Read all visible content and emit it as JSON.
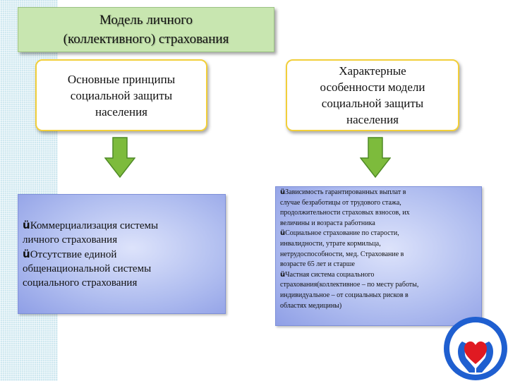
{
  "title": {
    "line1": "Модель личного",
    "line2": "(коллективного) страхования"
  },
  "left_box": {
    "line1": "Основные принципы",
    "line2": "социальной защиты",
    "line3": "населения"
  },
  "right_box": {
    "line1": "Характерные",
    "line2": "особенности модели",
    "line3": "социальной защиты",
    "line4": "населения"
  },
  "left_list": {
    "lines": [
      "Коммерциализация системы",
      "личного страхования",
      "Отсутствие единой",
      "общенациональной системы",
      "социального страхования"
    ]
  },
  "right_list": {
    "lines": [
      "Зависимость гарантированных выплат в",
      "случае безработицы от трудового стажа,",
      "продолжительности страховых взносов, их",
      "величины и возраста работника",
      "Социальное страхование по старости,",
      "инвалидности, утрате кормильца,",
      "нетрудоспособности, мед. Страхование в",
      "возрасте 65 лет и старше",
      "Частная система социального",
      "страхования(коллективное – по месту работы,",
      "индивидуальное – от социальных рисков в",
      "областях медицины)"
    ]
  },
  "bullet_symbol": "ü",
  "colors": {
    "title_fill": "#c8e6b0",
    "box_border": "#f2cf3a",
    "arrow_fill": "#7dbb3c",
    "list_fill": "#b2bff0",
    "logo_blue": "#1f5fd0",
    "logo_heart": "#e01a22"
  },
  "icons": [
    "down-arrow-icon",
    "hands-heart-icon",
    "check-icon"
  ]
}
